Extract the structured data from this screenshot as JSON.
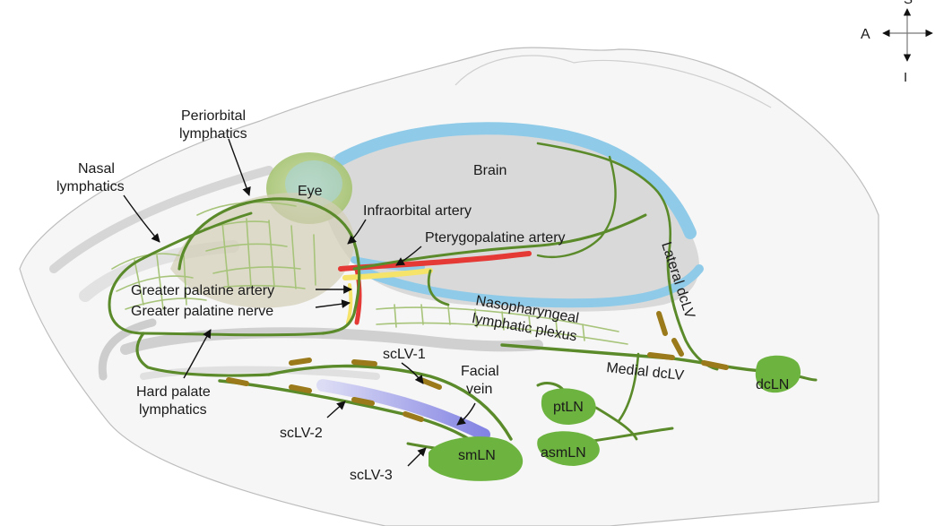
{
  "compass": {
    "anterior": "A",
    "inferior": "I",
    "superior": "S"
  },
  "labels": {
    "periorbital": [
      "Periorbital",
      "lymphatics"
    ],
    "nasal": [
      "Nasal",
      "lymphatics"
    ],
    "eye": "Eye",
    "brain": "Brain",
    "infraorbital_artery": "Infraorbital artery",
    "pterygopalatine_artery": "Pterygopalatine artery",
    "greater_palatine_artery": "Greater palatine artery",
    "greater_palatine_nerve": "Greater palatine nerve",
    "nasopharyngeal": [
      "Nasopharyngeal",
      "lymphatic plexus"
    ],
    "lateral_dclv": "Lateral dcLV",
    "medial_dclv": "Medial dcLV",
    "dcln": "dcLN",
    "sclv1": "scLV-1",
    "sclv2": "scLV-2",
    "sclv3": "scLV-3",
    "facial_vein": [
      "Facial",
      "vein"
    ],
    "hard_palate": [
      "Hard palate",
      "lymphatics"
    ],
    "ptln": "ptLN",
    "asmln": "asmLN",
    "smln": "smLN"
  },
  "colors": {
    "lymphatic_vessel": "#5a8a2a",
    "lymph_node": "#6db33f",
    "valve": "#9a7a1a",
    "artery": "#e53935",
    "nerve": "#f5e36a",
    "csf_space": "#8fcbe8",
    "facial_vein": "#8e8ee8"
  }
}
